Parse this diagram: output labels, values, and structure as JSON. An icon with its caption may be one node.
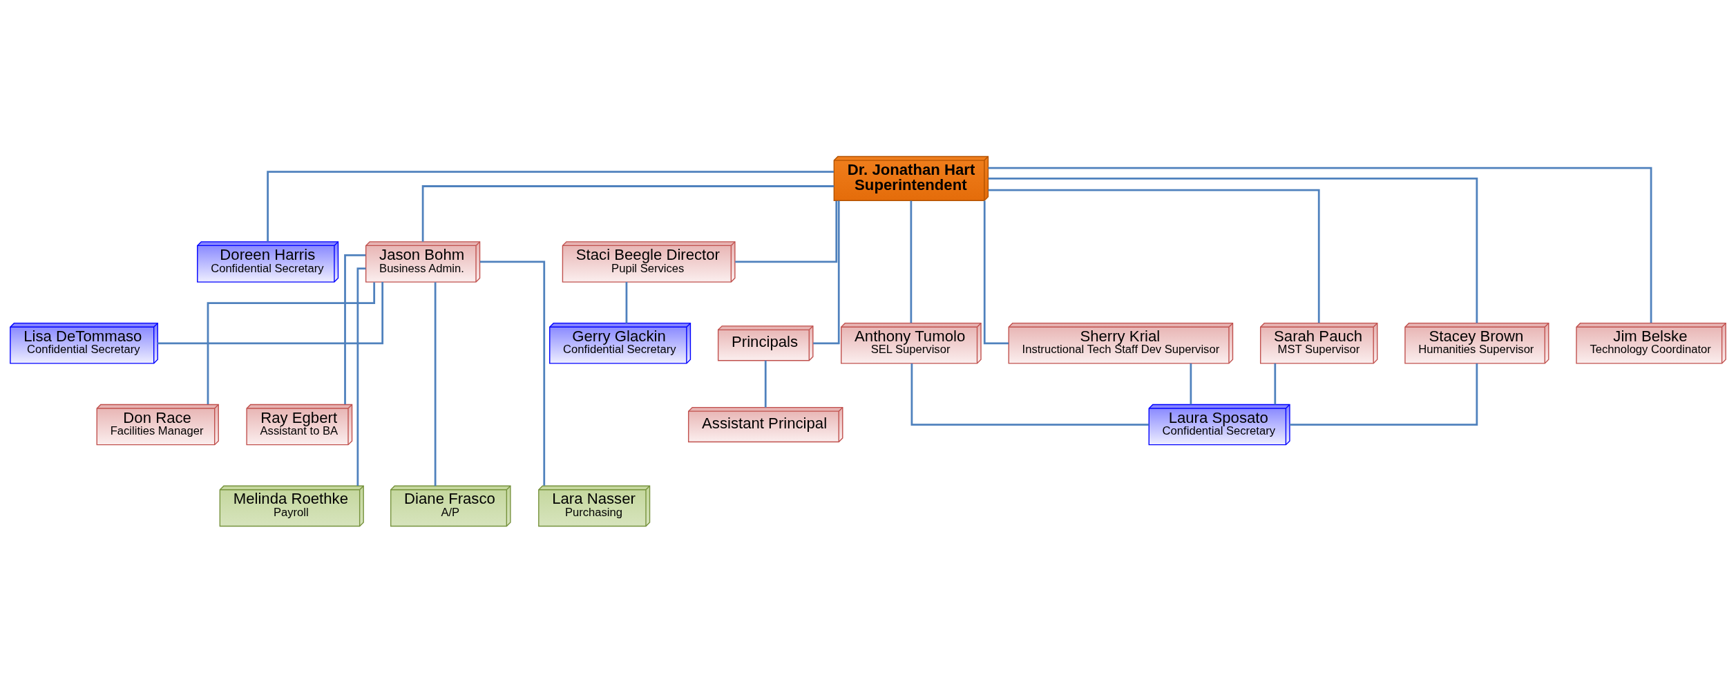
{
  "diagram": {
    "nodes": [
      {
        "text": [
          "Dr. Jonathan Hart",
          "Superintendent"
        ]
      },
      {
        "text": [
          "Doreen Harris",
          "Confidential Secretary"
        ]
      },
      {
        "text": [
          "Jason Bohm",
          "Business Admin."
        ]
      },
      {
        "text": [
          "Staci Beegle Director",
          "Pupil Services"
        ]
      },
      {
        "text": [
          "Gerry Glackin",
          "Confidential Secretary"
        ]
      },
      {
        "text": [
          "Principals"
        ]
      },
      {
        "text": [
          "Anthony Tumolo",
          "SEL Supervisor"
        ]
      },
      {
        "text": [
          "Sherry Krial",
          "Instructional Tech Staff Dev Supervisor"
        ]
      },
      {
        "text": [
          "Sarah Pauch",
          "MST Supervisor"
        ]
      },
      {
        "text": [
          "Stacey Brown",
          "Humanities Supervisor"
        ]
      },
      {
        "text": [
          "Jim Belske",
          "Technology Coordinator"
        ]
      },
      {
        "text": [
          "Assistant Principal"
        ]
      },
      {
        "text": [
          "Laura Sposato",
          "Confidential Secretary"
        ]
      },
      {
        "text": [
          "Lisa DeTommaso",
          "Confidential Secretary"
        ]
      },
      {
        "text": [
          "Don Race",
          "Facilities Manager"
        ]
      },
      {
        "text": [
          "Ray Egbert",
          "Assistant to BA"
        ]
      },
      {
        "text": [
          "Melinda Roethke",
          "Payroll"
        ]
      },
      {
        "text": [
          "Diane Frasco",
          "A/P"
        ]
      },
      {
        "text": [
          "Lara Nasser",
          "Purchasing"
        ]
      }
    ],
    "edges": [
      {
        "from": 0,
        "to": 1,
        "arrow": "none"
      },
      {
        "from": 0,
        "to": 2,
        "arrow": "none"
      },
      {
        "from": 0,
        "to": 3,
        "arrow": "none"
      },
      {
        "from": 3,
        "to": 4,
        "arrow": "none"
      },
      {
        "from": 0,
        "to": 5,
        "arrow": "none"
      },
      {
        "from": 0,
        "to": 6,
        "arrow": "none"
      },
      {
        "from": 0,
        "to": 7,
        "arrow": "none"
      },
      {
        "from": 0,
        "to": 8,
        "arrow": "none"
      },
      {
        "from": 0,
        "to": 9,
        "arrow": "none"
      },
      {
        "from": 0,
        "to": 10,
        "arrow": "none"
      },
      {
        "from": 5,
        "to": 11,
        "arrow": "none"
      },
      {
        "from": 6,
        "to": 12,
        "arrow": "none"
      },
      {
        "from": 7,
        "to": 12,
        "arrow": "none"
      },
      {
        "from": 8,
        "to": 12,
        "arrow": "none"
      },
      {
        "from": 9,
        "to": 12,
        "arrow": "none"
      },
      {
        "from": 2,
        "to": 13,
        "arrow": "none"
      },
      {
        "from": 2,
        "to": 14,
        "arrow": "none"
      },
      {
        "from": 2,
        "to": 15,
        "arrow": "none"
      },
      {
        "from": 2,
        "to": 16,
        "arrow": "none"
      },
      {
        "from": 2,
        "to": 17,
        "arrow": "none"
      },
      {
        "from": 2,
        "to": 18,
        "arrow": "none"
      }
    ]
  }
}
